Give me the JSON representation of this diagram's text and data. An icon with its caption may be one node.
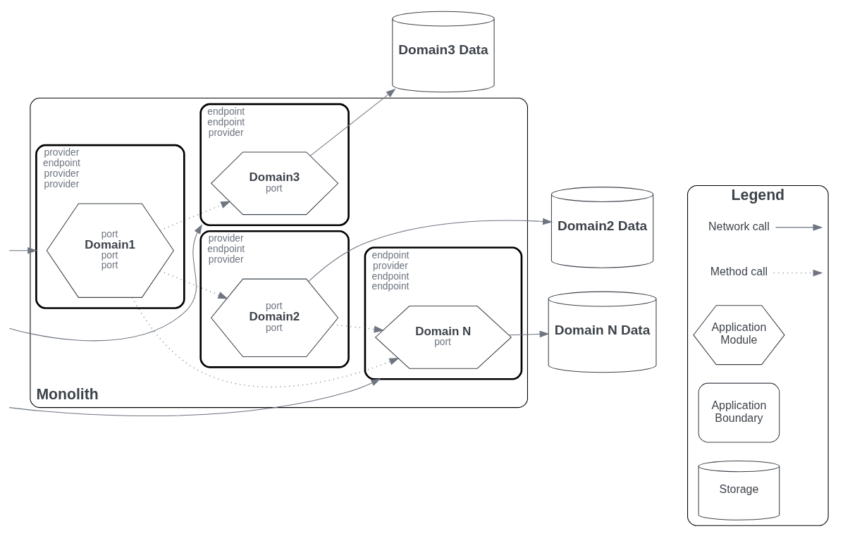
{
  "diagram": {
    "nodes": [
      {
        "text": [
          "Monolith"
        ]
      },
      {
        "text": [
          "endpoint",
          "provider",
          "endpoint",
          "endpoint"
        ],
        "in": 0
      },
      {
        "text": [
          "Domain N",
          "port"
        ],
        "in": 1
      },
      {
        "text": [
          "provider",
          "endpoint",
          "provider",
          "provider"
        ],
        "in": 0
      },
      {
        "text": [
          "port",
          "Domain1",
          "port",
          "port"
        ],
        "in": 3
      },
      {
        "text": [
          "provider",
          "endpoint",
          "provider"
        ],
        "in": 0
      },
      {
        "text": [
          "port",
          "Domain2",
          "port"
        ],
        "in": 5
      },
      {
        "text": [
          "endpoint",
          "endpoint",
          "provider"
        ],
        "in": 0
      },
      {
        "text": [
          "Domain3",
          "port"
        ],
        "in": 7
      },
      {
        "text": [
          "Domain N Data"
        ]
      },
      {
        "text": [
          "Domain2 Data"
        ]
      },
      {
        "text": [
          "Domain3 Data"
        ]
      },
      {
        "text": [
          "Legend"
        ]
      },
      {
        "text": [
          "Application Module"
        ],
        "in": 12
      },
      {
        "text": [
          "Application Boundary"
        ],
        "in": 12
      },
      {
        "text": [
          "Storage"
        ],
        "in": 12
      }
    ],
    "edges": [
      {
        "from": null,
        "to": 1,
        "arrow": "to"
      },
      {
        "from": 2,
        "to": 9,
        "arrow": "to"
      },
      {
        "from": 4,
        "to": 2,
        "arrow": "to",
        "style": "dashed"
      },
      {
        "from": 6,
        "to": 2,
        "arrow": "to",
        "style": "dashed"
      },
      {
        "from": null,
        "to": 3,
        "arrow": "to"
      },
      {
        "from": 4,
        "to": 6,
        "arrow": "to",
        "style": "dashed"
      },
      {
        "from": 6,
        "to": 10,
        "arrow": "to"
      },
      {
        "from": 4,
        "to": 8,
        "arrow": "to",
        "style": "dashed"
      },
      {
        "from": null,
        "to": 7,
        "arrow": "to"
      },
      {
        "from": 8,
        "to": 11,
        "arrow": "to"
      }
    ],
    "legend": [
      {
        "text": "Network call"
      },
      {
        "text": "Method call"
      }
    ]
  }
}
